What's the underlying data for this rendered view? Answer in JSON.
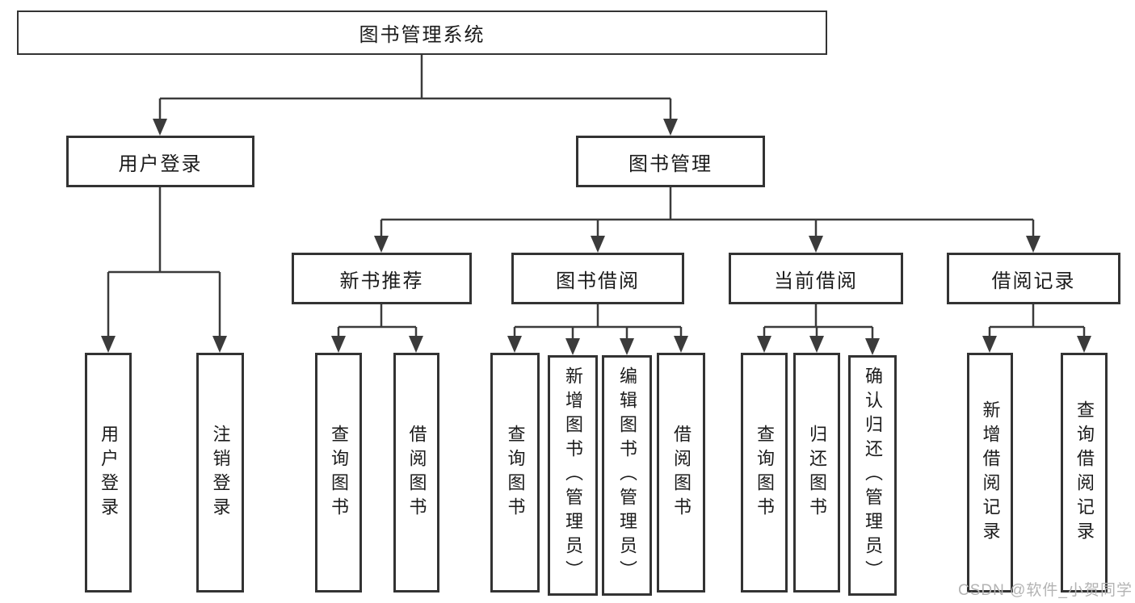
{
  "diagram": {
    "title": "图书管理系统",
    "root": {
      "label": "图书管理系统"
    },
    "branches": [
      {
        "label": "用户登录",
        "children": [
          {
            "label": "用户登录"
          },
          {
            "label": "注销登录"
          }
        ]
      },
      {
        "label": "图书管理",
        "children": [
          {
            "label": "新书推荐",
            "children": [
              {
                "label": "查询图书"
              },
              {
                "label": "借阅图书"
              }
            ]
          },
          {
            "label": "图书借阅",
            "children": [
              {
                "label": "查询图书"
              },
              {
                "label": "新增图书（管理员）"
              },
              {
                "label": "编辑图书（管理员）"
              },
              {
                "label": "借阅图书"
              }
            ]
          },
          {
            "label": "当前借阅",
            "children": [
              {
                "label": "查询图书"
              },
              {
                "label": "归还图书"
              },
              {
                "label": "确认归还（管理员）"
              }
            ]
          },
          {
            "label": "借阅记录",
            "children": [
              {
                "label": "新增借阅记录"
              },
              {
                "label": "查询借阅记录"
              }
            ]
          }
        ]
      }
    ]
  },
  "watermark": {
    "text": "CSDN @软件_小贺同学"
  },
  "colors": {
    "line": "#3b3b3b",
    "box_border": "#333333",
    "text": "#1b1b1b",
    "watermark": "#b3b3b3",
    "background": "#ffffff"
  }
}
